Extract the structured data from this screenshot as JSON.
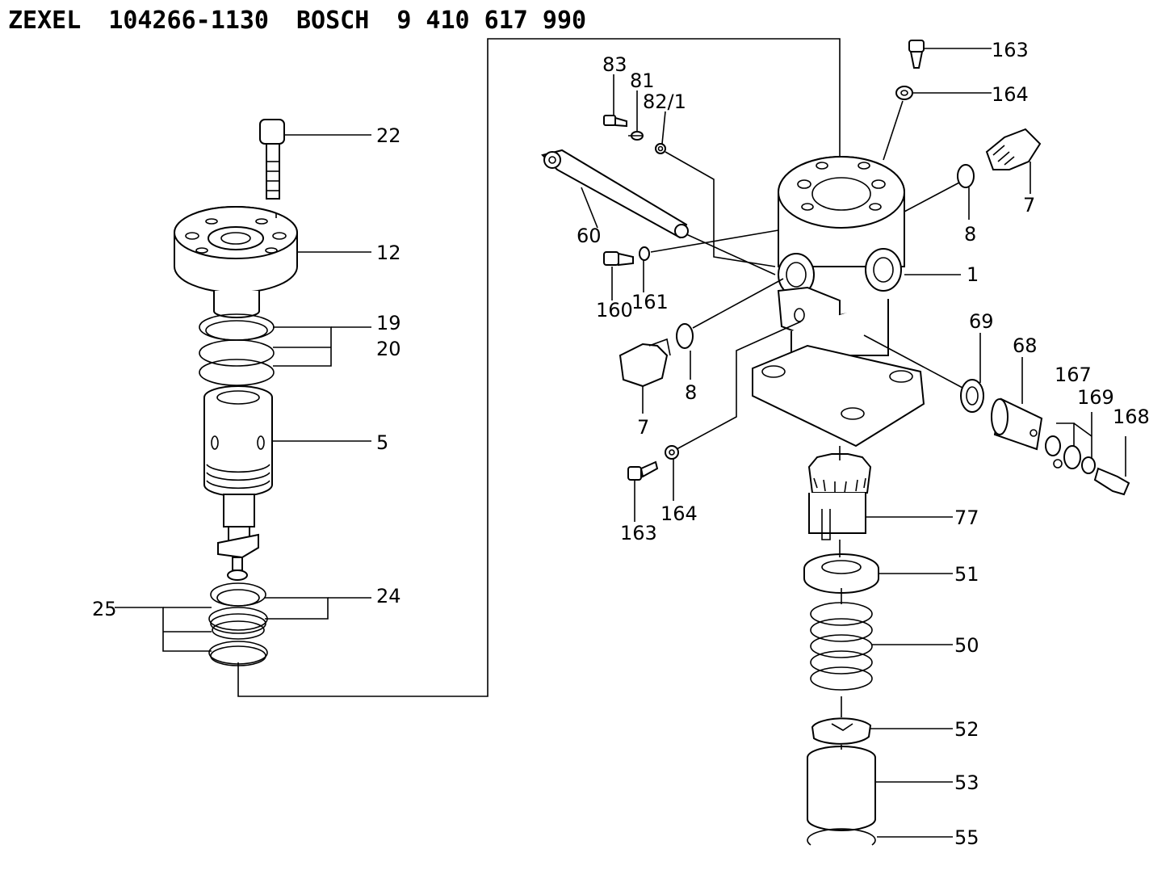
{
  "header": {
    "brand1": "ZEXEL",
    "part1": "104266-1130",
    "brand2": "BOSCH",
    "part2": "9 410 617 990"
  },
  "labels": {
    "p22": "22",
    "p12": "12",
    "p19": "19",
    "p20": "20",
    "p5": "5",
    "p24": "24",
    "p25": "25",
    "p83": "83",
    "p81": "81",
    "p82_1": "82/1",
    "p60": "60",
    "p160": "160",
    "p161": "161",
    "p8a": "8",
    "p7a": "7",
    "p163a": "163",
    "p164a": "164",
    "p163b": "163",
    "p164b": "164",
    "p7b": "7",
    "p8b": "8",
    "p1": "1",
    "p69": "69",
    "p68": "68",
    "p167": "167",
    "p169": "169",
    "p168": "168",
    "p77": "77",
    "p51": "51",
    "p50": "50",
    "p52": "52",
    "p53": "53",
    "p55": "55"
  }
}
